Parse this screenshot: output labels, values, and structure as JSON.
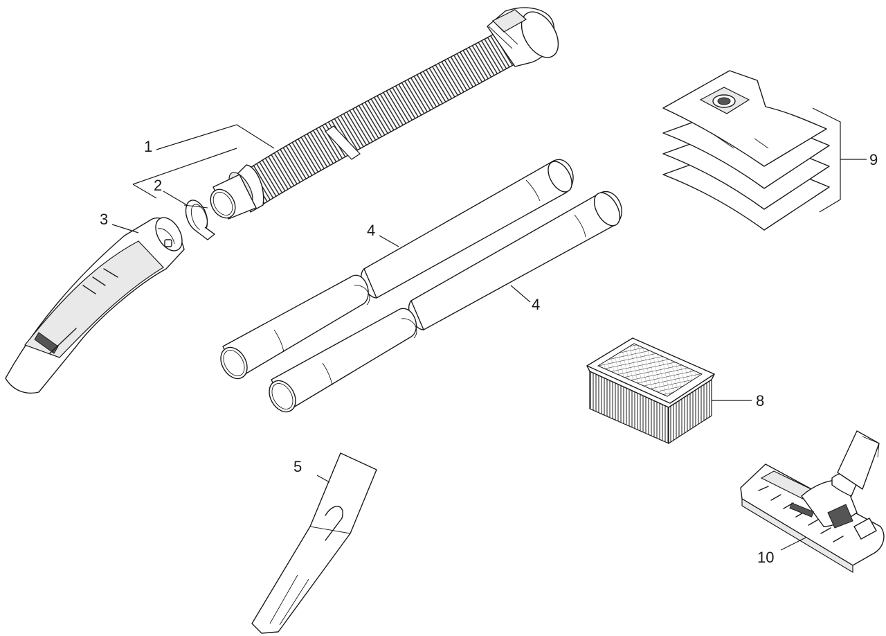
{
  "callouts": [
    {
      "id": "hose",
      "label": "1"
    },
    {
      "id": "clip",
      "label": "2"
    },
    {
      "id": "handle",
      "label": "3"
    },
    {
      "id": "tube-upper",
      "label": "4"
    },
    {
      "id": "tube-lower",
      "label": "4"
    },
    {
      "id": "crevice",
      "label": "5"
    },
    {
      "id": "filter",
      "label": "8"
    },
    {
      "id": "bags",
      "label": "9"
    },
    {
      "id": "floor-nozzle",
      "label": "10"
    }
  ]
}
